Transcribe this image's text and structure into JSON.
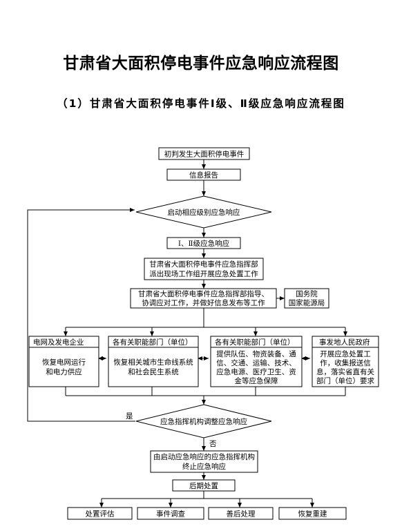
{
  "title": "甘肃省大面积停电事件应急响应流程图",
  "subtitle": "（1）甘肃省大面积停电事件Ⅰ级、Ⅱ级应急响应流程图",
  "nodes": {
    "initial": "初判发生大面积停电事件",
    "report": "信息报告",
    "decide": "启动相应级别应急响应",
    "level": "Ⅰ、Ⅱ级应急响应",
    "hq_line1": "甘肃省大面积停电事件应急指挥部",
    "hq_line2": "派出现场工作组开展应急处置工作",
    "guide_line1": "甘肃省大面积停电事件应急指挥部指导、",
    "guide_line2": "协调应对工作，并做好信息发布等工作",
    "council_line1": "国务院",
    "council_line2": "国家能源局",
    "grid_head": "电网及发电企业",
    "grid_body1": "恢复电网运行",
    "grid_body2": "和电力供应",
    "dept1_head": "各有关职能部门（单位）",
    "dept1_body1": "恢复相关城市生命线系统",
    "dept1_body2": "和社会民生系统",
    "dept2_head": "各有关职能部门（单位）",
    "dept2_body1": "提供队伍、物资装备、通",
    "dept2_body2": "信、交通、运输、技术、",
    "dept2_body3": "应急电源、医疗卫生、资",
    "dept2_body4": "金等应急保障",
    "gov_head": "事发地人民政府",
    "gov_body1": "开展应急处置工",
    "gov_body2": "作，收集报送信",
    "gov_body3": "息，落实省直有关",
    "gov_body4": "部门（单位）要求",
    "adjust": "应急指挥机构调整应急响应",
    "yes": "是",
    "no": "否",
    "terminate_line1": "由启动应急响应的应急指挥机构",
    "terminate_line2": "终止应急响应",
    "after": "后期处置",
    "eval": "处置评估",
    "investigate": "事件调查",
    "aftermath": "善后处理",
    "rebuild": "恢复重建"
  }
}
